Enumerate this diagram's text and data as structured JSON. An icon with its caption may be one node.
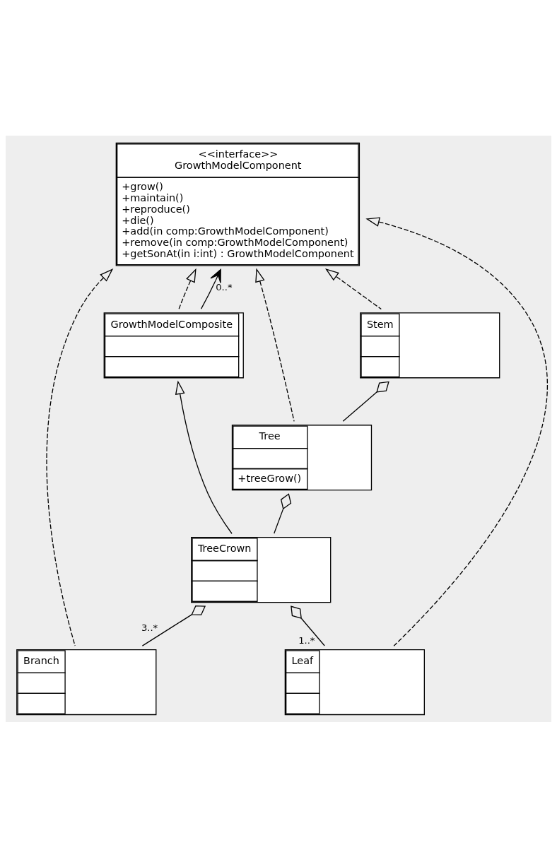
{
  "diagram": {
    "nodes": [
      {
        "text": [
          "<<interface>>",
          "GrowthModelComponent",
          "+grow()",
          "+maintain()",
          "+reproduce()",
          "+die()",
          "+add(in comp:GrowthModelComponent)",
          "+remove(in comp:GrowthModelComponent)",
          "+getSonAt(in i:int) : GrowthModelComponent"
        ]
      },
      {
        "text": [
          "GrowthModelComposite"
        ]
      },
      {
        "text": [
          "Stem"
        ]
      },
      {
        "text": [
          "Tree",
          "+treeGrow()"
        ]
      },
      {
        "text": [
          "Branch"
        ]
      },
      {
        "text": [
          "TreeCrown"
        ]
      },
      {
        "text": [
          "Leaf"
        ]
      }
    ],
    "edges": [
      {
        "from": 1,
        "to": 0,
        "arrow": "to",
        "style": "dashed"
      },
      {
        "from": 3,
        "to": 0,
        "arrow": "to",
        "style": "dashed"
      },
      {
        "from": 2,
        "to": 0,
        "arrow": "to",
        "style": "dashed"
      },
      {
        "from": 4,
        "to": 0,
        "arrow": "to",
        "style": "dashed"
      },
      {
        "from": 6,
        "to": 0,
        "arrow": "to",
        "style": "dashed"
      },
      {
        "from": 1,
        "to": 0,
        "arrow": "to",
        "label": "0..*"
      },
      {
        "from": 5,
        "to": 1,
        "arrow": "to"
      },
      {
        "from": 2,
        "to": 3,
        "arrow": "other"
      },
      {
        "from": 3,
        "to": 5,
        "arrow": "other"
      },
      {
        "from": 5,
        "to": 4,
        "arrow": "other",
        "label": "3..*"
      },
      {
        "from": 5,
        "to": 6,
        "arrow": "other",
        "label": "1..*"
      }
    ]
  }
}
